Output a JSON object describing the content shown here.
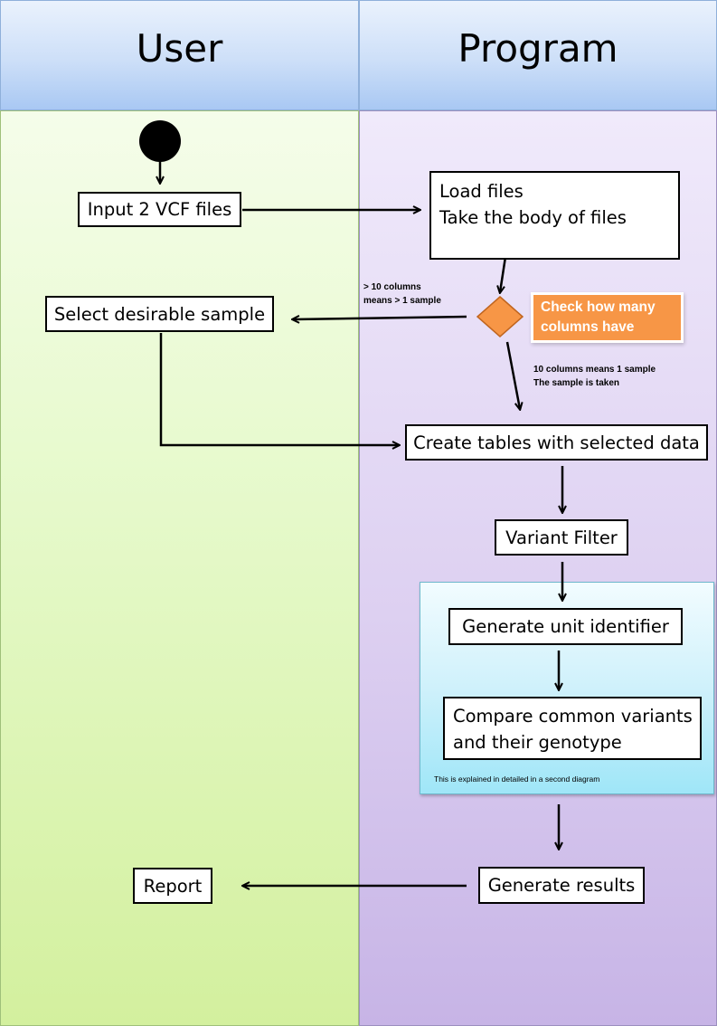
{
  "lanes": {
    "user": "User",
    "program": "Program"
  },
  "nodes": {
    "input_vcf": "Input 2 VCF files",
    "load_files_line1": "Load files",
    "load_files_line2": "Take the body of files",
    "select_sample": "Select desirable sample",
    "check_columns": "Check how many columns have",
    "create_tables": "Create tables with selected data",
    "variant_filter": "Variant Filter",
    "generate_uid": "Generate unit identifier",
    "compare_line1": "Compare common variants",
    "compare_line2": "and their genotype",
    "generate_results": "Generate results",
    "report": "Report"
  },
  "notes": {
    "more_columns_line1": "> 10 columns",
    "more_columns_line2": "means > 1 sample",
    "ten_columns_line1": "10 columns means 1 sample",
    "ten_columns_line2": "The sample is taken",
    "group_note": "This is explained in detailed in a second diagram"
  },
  "colors": {
    "decision": "#f79646",
    "header": "#bcd4f6",
    "user_lane": "#e3f8c6",
    "program_lane": "#dcd0f0",
    "group": "#c8f0fa"
  },
  "icons": {
    "start": "filled-black-circle",
    "decision": "orange-diamond"
  }
}
